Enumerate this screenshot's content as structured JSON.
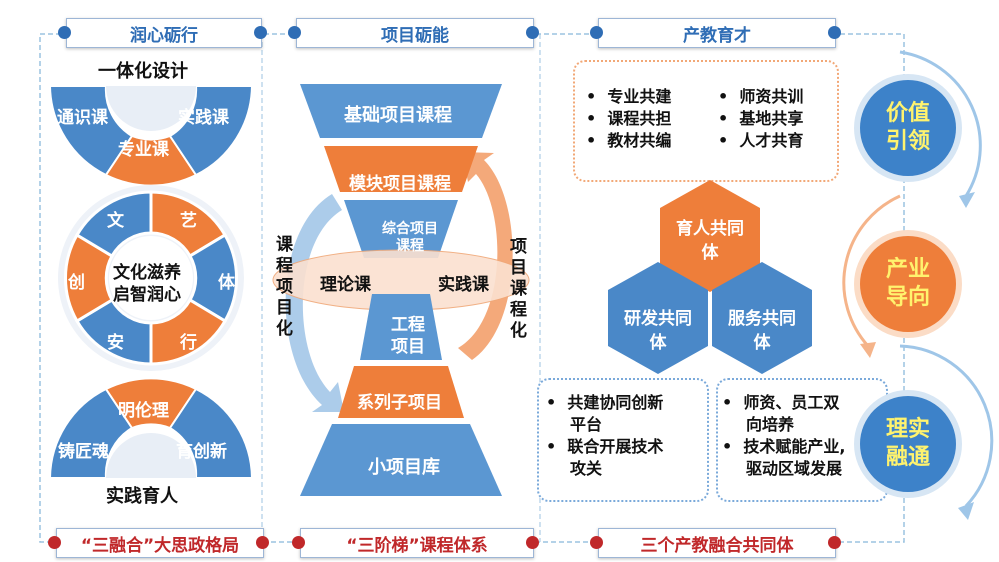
{
  "top_tabs": [
    "润心砺行",
    "项目砺能",
    "产教育才"
  ],
  "bottom_tabs": [
    "“三融合”大思政格局",
    "“三阶梯”课程体系",
    "三个产教融合共同体"
  ],
  "left": {
    "title": "一体化设计",
    "top_fan": [
      "通识课",
      "专业课",
      "实践课"
    ],
    "ring": [
      "文",
      "艺",
      "体",
      "行",
      "安",
      "创"
    ],
    "center": [
      "文化滋养",
      "启智润心"
    ],
    "bottom_fan": [
      "铸匠魂",
      "明伦理",
      "育创新"
    ],
    "footer": "实践育人"
  },
  "middle": {
    "levels": [
      "基础项目课程",
      "模块项目课程",
      "综合项目课程",
      "工程项目",
      "系列子项目",
      "小项目库"
    ],
    "oval_left": "理论课",
    "oval_right": "实践课",
    "side_left": [
      "课",
      "程",
      "项",
      "目",
      "化"
    ],
    "side_right": [
      "项",
      "目",
      "课",
      "程",
      "化"
    ]
  },
  "right": {
    "top_list_left": [
      "专业共建",
      "课程共担",
      "教材共编"
    ],
    "top_list_right": [
      "师资共训",
      "基地共享",
      "人才共育"
    ],
    "hex_top": [
      "育人共同",
      "体"
    ],
    "hex_left": [
      "研发共同",
      "体"
    ],
    "hex_right": [
      "服务共同",
      "体"
    ],
    "bottom_left": [
      "共建协同创新",
      "平台",
      "联合开展技术",
      "攻关"
    ],
    "bottom_right": [
      "师资、员工双",
      "向培养",
      "技术赋能产业,",
      "驱动区域发展"
    ]
  },
  "circles": [
    {
      "line1": "价值",
      "line2": "引领"
    },
    {
      "line1": "产业",
      "line2": "导向"
    },
    {
      "line1": "理实",
      "line2": "融通"
    }
  ],
  "colors": {
    "blue": "#3d82c9",
    "orange": "#ee7e3a",
    "red": "#c0282a",
    "yellow": "#fff3a0"
  }
}
